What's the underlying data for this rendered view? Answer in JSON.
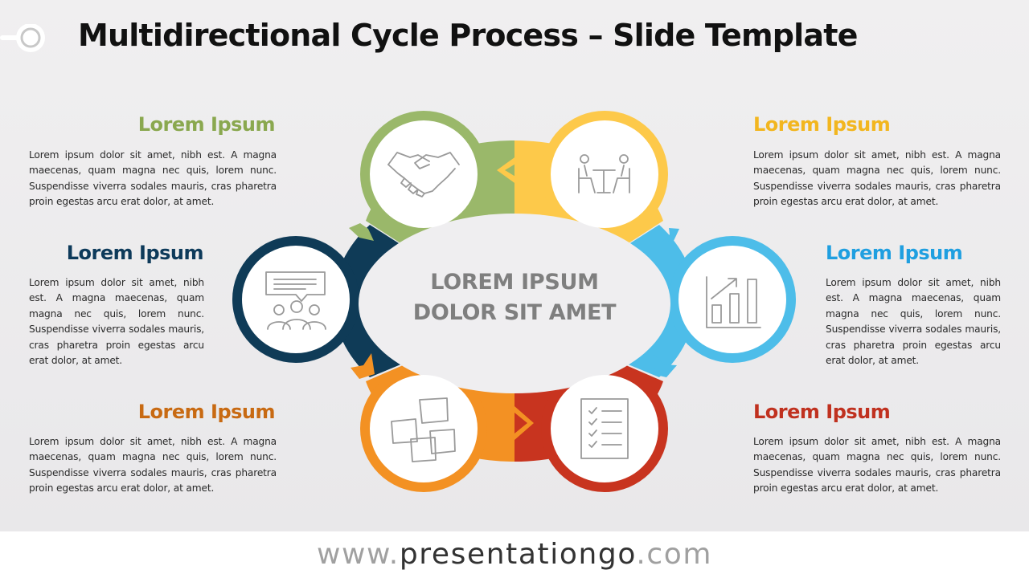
{
  "title": "Multidirectional Cycle Process – Slide Template",
  "center_text": {
    "line1": "LOREM IPSUM",
    "line2": "DOLOR SIT AMET"
  },
  "steps": [
    {
      "heading": "Lorem Ipsum",
      "color": "#8aa84f",
      "icon": "handshake-icon",
      "text": "Lorem ipsum dolor sit amet, nibh est. A magna maecenas, quam magna nec quis, lorem nunc. Suspendisse viverra sodales mauris, cras pharetra proin egestas arcu erat dolor, at amet."
    },
    {
      "heading": "Lorem Ipsum",
      "color": "#f2b61f",
      "icon": "meeting-icon",
      "text": "Lorem ipsum dolor sit amet, nibh est. A magna maecenas, quam magna nec quis, lorem nunc. Suspendisse viverra sodales mauris, cras pharetra proin egestas arcu erat dolor, at amet."
    },
    {
      "heading": "Lorem Ipsum",
      "color": "#1f9fe0",
      "icon": "bar-chart-icon",
      "text": "Lorem ipsum dolor sit amet, nibh est. A magna maecenas, quam magna nec quis, lorem nunc. Suspendisse viverra sodales mauris, cras pharetra proin egestas arcu erat dolor, at amet."
    },
    {
      "heading": "Lorem Ipsum",
      "color": "#c0311f",
      "icon": "checklist-icon",
      "text": "Lorem ipsum dolor sit amet, nibh est. A magna maecenas, quam magna nec quis, lorem nunc. Suspendisse viverra sodales mauris, cras pharetra proin egestas arcu erat dolor, at amet."
    },
    {
      "heading": "Lorem Ipsum",
      "color": "#c86a12",
      "icon": "sticky-notes-icon",
      "text": "Lorem ipsum dolor sit amet, nibh est. A magna maecenas, quam magna nec quis, lorem nunc. Suspendisse viverra sodales mauris, cras pharetra proin egestas arcu erat dolor, at amet."
    },
    {
      "heading": "Lorem Ipsum",
      "color": "#0d3a5a",
      "icon": "team-discussion-icon",
      "text": "Lorem ipsum dolor sit amet, nibh est. A magna maecenas, quam magna nec quis, lorem nunc. Suspendisse viverra sodales mauris, cras pharetra proin egestas arcu erat dolor, at amet."
    }
  ],
  "segment_colors": {
    "green": "#9ab86a",
    "yellow": "#fdc94a",
    "blue": "#4dbde9",
    "red": "#c8341f",
    "orange": "#f39123",
    "navy": "#0f3b57"
  },
  "footer": {
    "prefix": "www.",
    "domain": "presentationgo",
    "suffix": ".com"
  }
}
